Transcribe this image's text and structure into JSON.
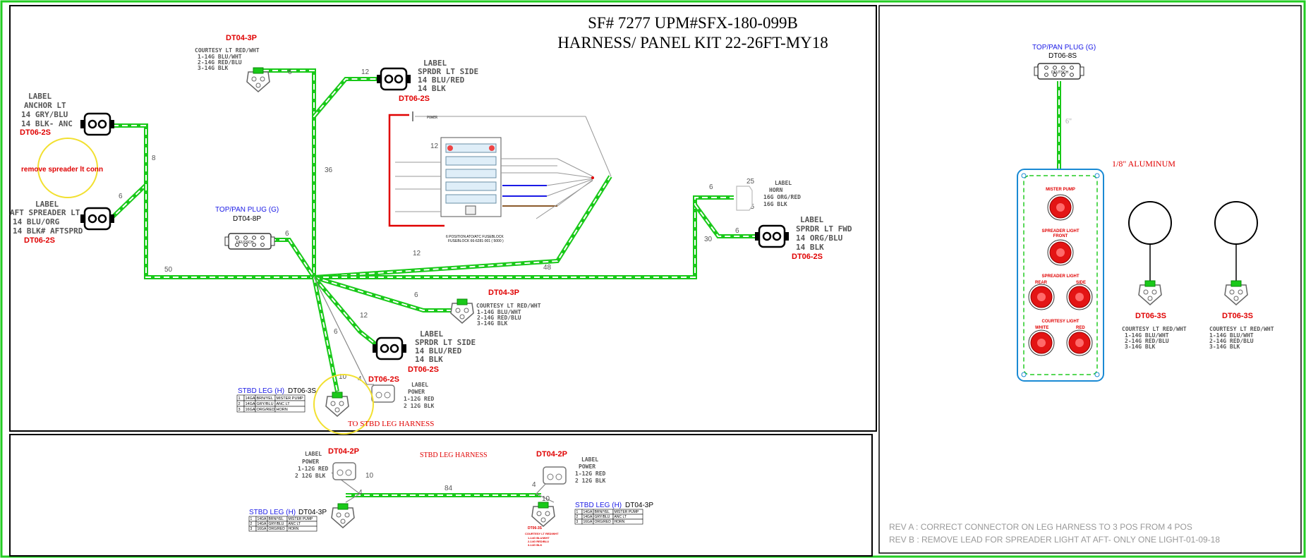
{
  "title": {
    "line1": "SF# 7277  UPM#SFX-180-099B",
    "line2": "HARNESS/ PANEL KIT 22-26FT-MY18"
  },
  "connectors": {
    "c1": {
      "type": "DT04-3P",
      "lines": [
        "COURTESY LT RED/WHT",
        "1-14G BLU/WHT",
        "2-14G RED/BLU",
        "3-14G BLK"
      ]
    },
    "c2": {
      "label": "LABEL",
      "lines": [
        "SPRDR LT SIDE",
        "14 BLU/RED",
        "14 BLK"
      ],
      "type": "DT06-2S"
    },
    "c3": {
      "label": "LABEL",
      "lines": [
        "ANCHOR LT",
        "14 GRY/BLU",
        "14 BLK- ANC"
      ],
      "type": "DT06-2S"
    },
    "c4": {
      "label": "LABEL",
      "lines": [
        "AFT SPREADER LT",
        "14 BLU/ORG",
        "14 BLK# AFTSPRD"
      ],
      "type": "DT06-2S"
    },
    "c5": {
      "plug": "TOP/PAN PLUG (G)",
      "type": "DT04-8P",
      "small": "DEUTSCH"
    },
    "c6": {
      "label": "LABEL",
      "lines": [
        "HORN",
        "16G ORG/RED",
        "16G BLK"
      ]
    },
    "c7": {
      "label": "LABEL",
      "lines": [
        "SPRDR LT FWD",
        "14 ORG/BLU",
        "14 BLK"
      ],
      "type": "DT06-2S"
    },
    "c8": {
      "type": "DT04-3P",
      "lines": [
        "COURTESY LT RED/WHT",
        "1-14G BLU/WHT",
        "2-14G RED/BLU",
        "3-14G BLK"
      ]
    },
    "c9": {
      "label": "LABEL",
      "lines": [
        "SPRDR LT SIDE",
        "14 BLU/RED",
        "14 BLK"
      ],
      "type": "DT06-2S"
    },
    "c10": {
      "type": "DT06-2S",
      "label": "LABEL",
      "lines": [
        "POWER",
        "1-12G RED",
        "2 12G BLK"
      ]
    },
    "c11": {
      "plug": "STBD LEG (H)",
      "type": "DT06-3S"
    }
  },
  "remove_note": "remove spreader lt conn",
  "to_stbd": "TO STBD LEG HARNESS",
  "wire_lengths": {
    "w1": "6",
    "w2": "12",
    "w3": "36",
    "w4": "8",
    "w5": "6",
    "w6": "6",
    "w7": "50",
    "w8": "12",
    "w9": "48",
    "w10": "6",
    "w11": "25",
    "w12": "25",
    "w13": "30",
    "w14": "6",
    "w15": "6",
    "w16": "12",
    "w17": "6",
    "w18": "10",
    "w19": "4",
    "w20": "12"
  },
  "fuse_block": {
    "power": "POWER",
    "caption1": "6 POSITION ATO/ATC FUSEBLOCK",
    "caption2": "FUSEBLOCK 66-6281-001 ( 5000 )"
  },
  "stbd_table": {
    "rows": [
      [
        "1",
        "14GA",
        "BRN/YEL",
        "MISTER PUMP"
      ],
      [
        "2",
        "14GA",
        "GRY/BLU",
        "ANC LT"
      ],
      [
        "3",
        "16GA",
        "ORG/RED",
        "HORN"
      ]
    ]
  },
  "bottom": {
    "title": "STBD LEG HARNESS",
    "left": {
      "type": "DT04-2P",
      "label": "LABEL",
      "lines": [
        "POWER",
        "1-12G RED",
        "2 12G BLK"
      ],
      "plug": "STBD LEG (H)",
      "plug_type": "DT04-3P"
    },
    "right": {
      "type": "DT04-2P",
      "label": "LABEL",
      "lines": [
        "POWER",
        "1-12G RED",
        "2 12G BLK"
      ],
      "plug": "STBD LEG (H)",
      "plug_type": "DT04-3P",
      "sub": "DT06-3S"
    },
    "lengths": {
      "a": "10",
      "b": "84",
      "c": "4",
      "d": "4",
      "e": "10"
    }
  },
  "panel": {
    "plug": "TOP/PAN PLUG (G)",
    "type": "DT06-8S",
    "small": "DEUTSCH",
    "length": "6\"",
    "material": "1/8\" ALUMINUM",
    "labels": {
      "mister": "MISTER PUMP",
      "spreader_front": "SPREADER LIGHT",
      "front": "FRONT",
      "spreader": "SPREADER LIGHT",
      "rear": "REAR",
      "side": "SIDE",
      "courtesy": "COURTESY LIGHT",
      "white": "WHITE",
      "red": "RED"
    }
  },
  "lamps": [
    {
      "type": "DT06-3S",
      "lines": [
        "COURTESY LT RED/WHT",
        "1-14G BLU/WHT",
        "2-14G RED/BLU",
        "3-14G BLK"
      ]
    },
    {
      "type": "DT06-3S",
      "lines": [
        "COURTESY LT RED/WHT",
        "1-14G BLU/WHT",
        "2-14G RED/BLU",
        "3-14G BLK"
      ]
    }
  ],
  "revisions": [
    "REV A : CORRECT CONNECTOR ON LEG HARNESS TO 3 POS FROM 4 POS",
    "REV B : REMOVE LEAD FOR SPREADER LIGHT AT AFT- ONLY ONE LIGHT-01-09-18"
  ],
  "colors": {
    "wire": "#19c919",
    "frame": "#22cc22",
    "label_red": "#e00000",
    "label_blue": "#1a1ae6"
  }
}
